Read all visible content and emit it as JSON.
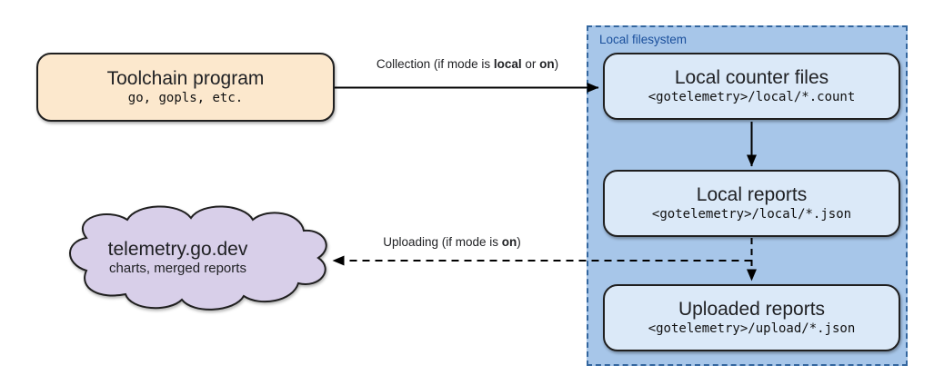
{
  "diagram": {
    "toolchain": {
      "title": "Toolchain program",
      "subtitle": "go, gopls, etc."
    },
    "collection_arrow": {
      "pre": "Collection (if mode is ",
      "bold1": "local",
      "mid": " or ",
      "bold2": "on",
      "post": ")"
    },
    "filesystem": {
      "label": "Local filesystem",
      "nodes": [
        {
          "title": "Local counter files",
          "path": "<gotelemetry>/local/*.count"
        },
        {
          "title": "Local reports",
          "path": "<gotelemetry>/local/*.json"
        },
        {
          "title": "Uploaded reports",
          "path": "<gotelemetry>/upload/*.json"
        }
      ]
    },
    "uploading_arrow": {
      "pre": "Uploading (if mode is ",
      "bold1": "on",
      "post": ")"
    },
    "cloud": {
      "title": "telemetry.go.dev",
      "subtitle": "charts, merged reports"
    },
    "colors": {
      "toolchain_fill": "#fce8cd",
      "container_fill": "#a7c6e9",
      "container_border": "#33669f",
      "container_label_text": "#1a4f9c",
      "node_fill": "#dbe9f8",
      "cloud_fill": "#d8cfe9",
      "outline": "#1f1f1f",
      "arrow": "#000000"
    }
  }
}
